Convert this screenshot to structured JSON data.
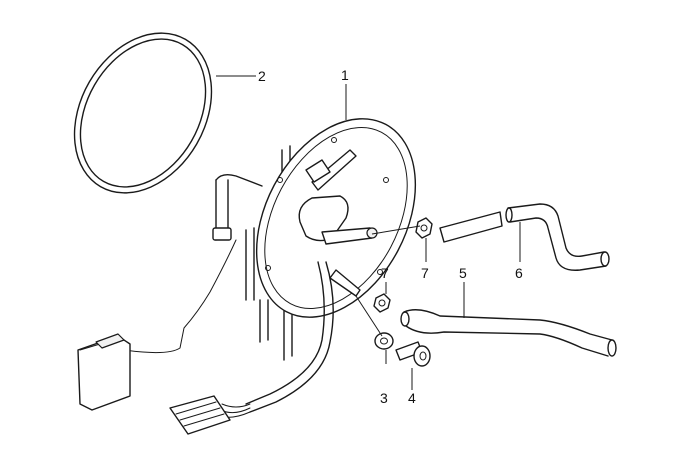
{
  "callouts": [
    {
      "id": "callout-1",
      "text": "1"
    },
    {
      "id": "callout-2",
      "text": "2"
    },
    {
      "id": "callout-3",
      "text": "3"
    },
    {
      "id": "callout-4",
      "text": "4"
    },
    {
      "id": "callout-5",
      "text": "5"
    },
    {
      "id": "callout-6",
      "text": "6"
    },
    {
      "id": "callout-7a",
      "text": "7"
    },
    {
      "id": "callout-7b",
      "text": "7"
    }
  ]
}
